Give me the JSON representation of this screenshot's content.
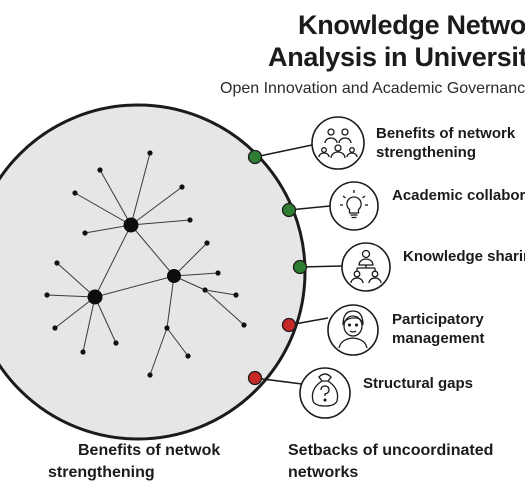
{
  "header": {
    "title_line1": "Knowledge Network",
    "title_line2": "Analysis in Universitie",
    "subtitle": "Open Innovation and Academic Governance"
  },
  "items": [
    {
      "label": "Benefits of network strengthening",
      "node_color": "#2e7d32",
      "icon": "people-network-icon",
      "line1": "Benefits of network",
      "line2": "strengthening"
    },
    {
      "label": "Academic collaboration",
      "node_color": "#2e7d32",
      "icon": "lightbulb-icon",
      "line1": "Academic collabora",
      "line2": ""
    },
    {
      "label": "Knowledge sharing",
      "node_color": "#2e7d32",
      "icon": "hierarchy-people-icon",
      "line1": "Knowledge sharir",
      "line2": ""
    },
    {
      "label": "Participatory management",
      "node_color": "#c62828",
      "icon": "person-face-icon",
      "line1": "Participatory",
      "line2": "management"
    },
    {
      "label": "Structural gaps",
      "node_color": "#c62828",
      "icon": "question-bag-icon",
      "line1": "Structural gaps",
      "line2": ""
    }
  ],
  "captions": {
    "left_line1": "Benefits of netwok",
    "left_line2": "strengthening",
    "right_line1": "Setbacks of uncoordinated",
    "right_line2": "networks"
  },
  "colors": {
    "circle_fill": "#e6e6e6",
    "circle_stroke": "#1b1b1b",
    "positive": "#2e7d32",
    "negative": "#c62828"
  }
}
